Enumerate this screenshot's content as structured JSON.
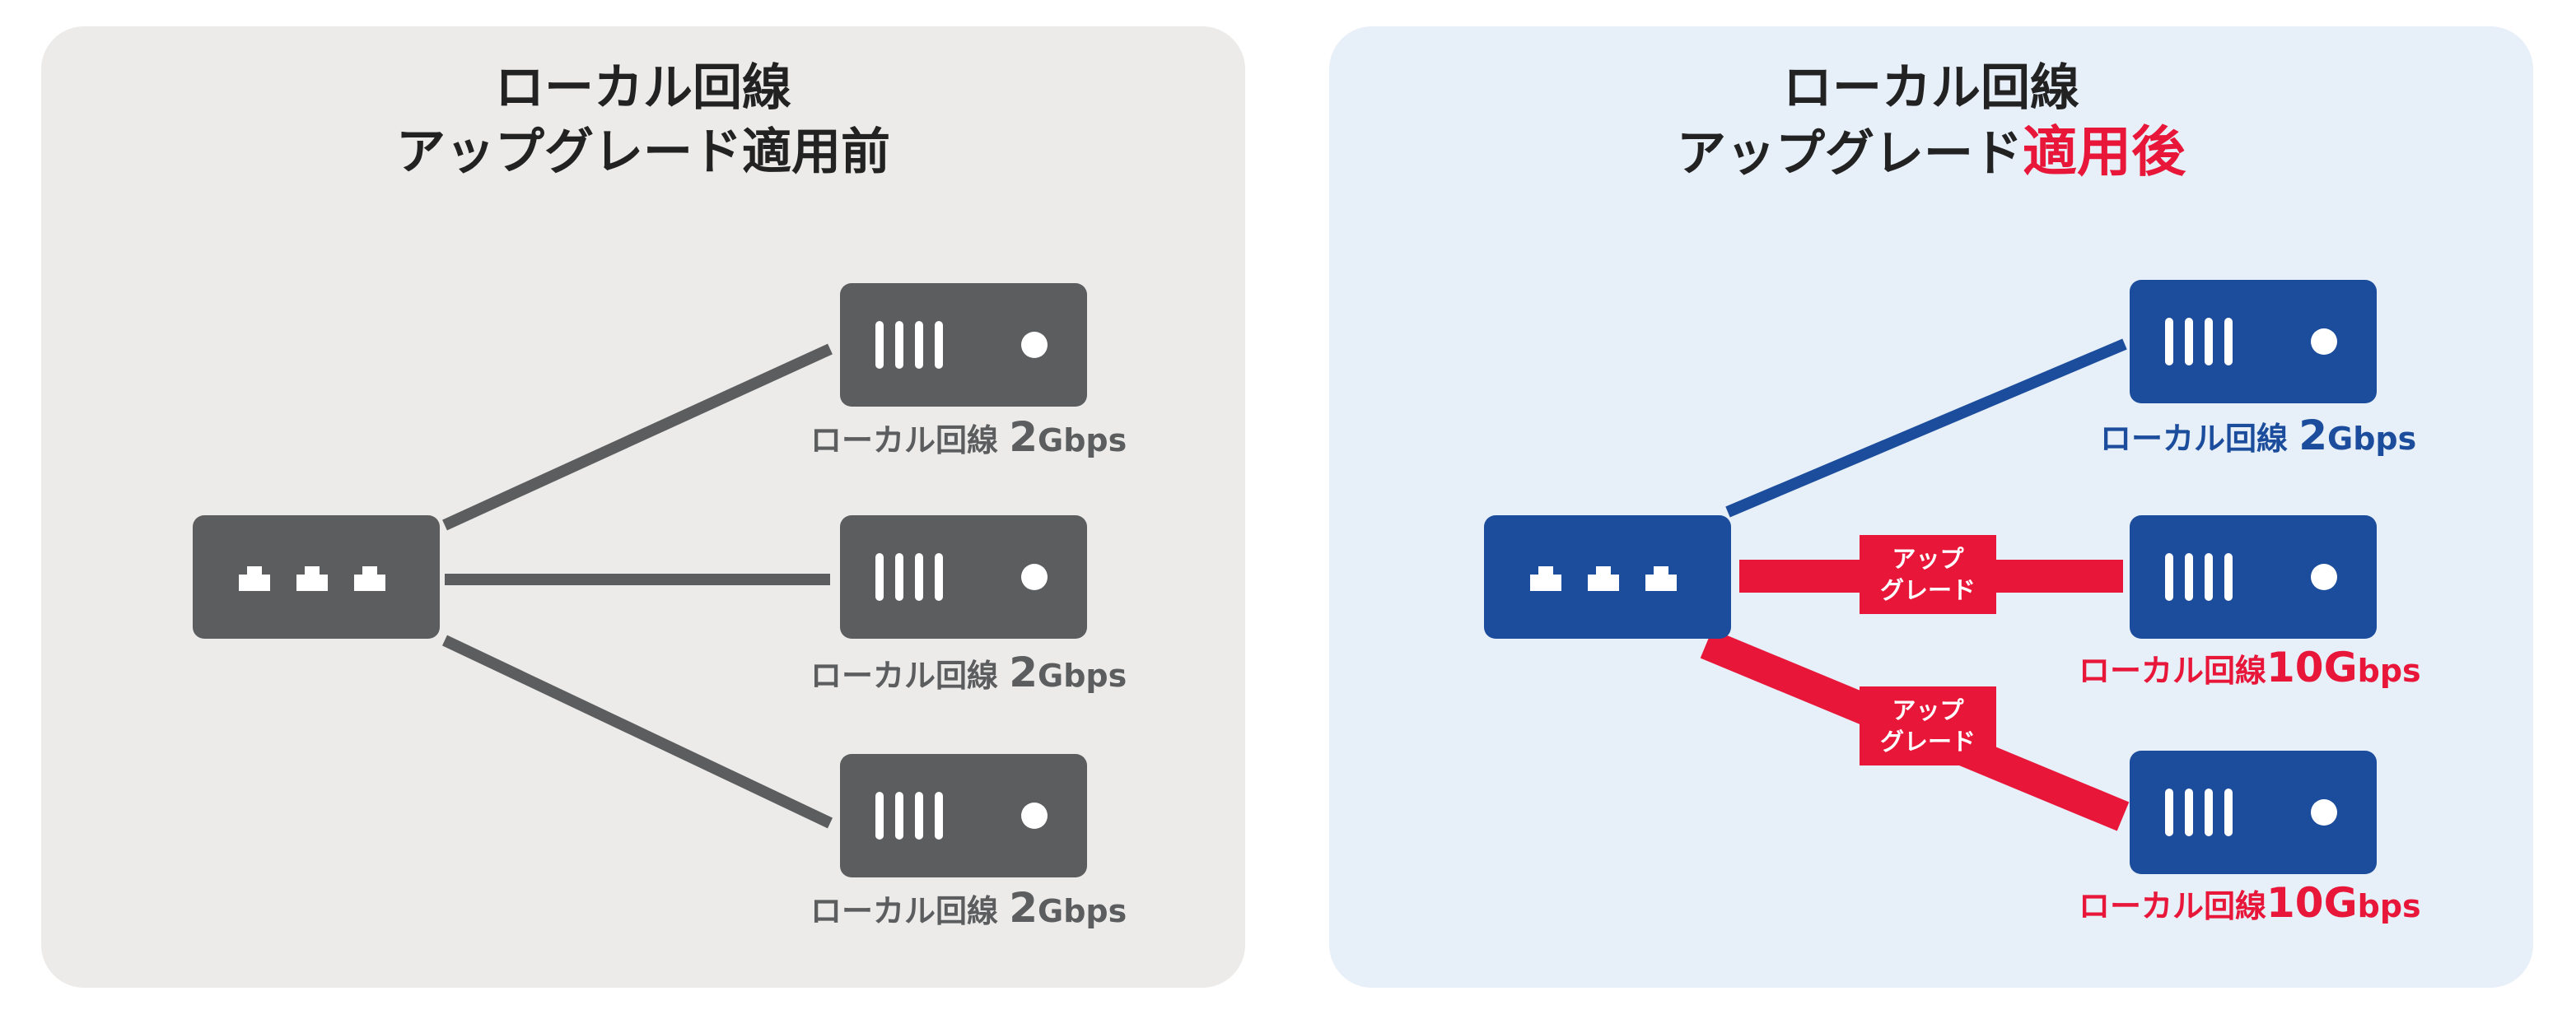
{
  "before": {
    "title_line1": "ローカル回線",
    "title_line2": "アップグレード適用前",
    "servers": [
      {
        "label_prefix": "ローカル回線 ",
        "speed_num": "2",
        "speed_unit": "Gbps"
      },
      {
        "label_prefix": "ローカル回線 ",
        "speed_num": "2",
        "speed_unit": "Gbps"
      },
      {
        "label_prefix": "ローカル回線 ",
        "speed_num": "2",
        "speed_unit": "Gbps"
      }
    ]
  },
  "after": {
    "title_line1": "ローカル回線",
    "title_line2_a": "アップグレード",
    "title_line2_b": "適用後",
    "servers": [
      {
        "label_prefix": "ローカル回線 ",
        "speed_num": "2",
        "speed_unit": "Gbps"
      },
      {
        "label_prefix": "ローカル回線",
        "speed_num": "10G",
        "speed_unit": "bps"
      },
      {
        "label_prefix": "ローカル回線",
        "speed_num": "10G",
        "speed_unit": "bps"
      }
    ],
    "badge_line1": "アップ",
    "badge_line2": "グレード"
  },
  "colors": {
    "gray": "#5b5d5e",
    "blue": "#1b4d9c",
    "red": "#e8173a",
    "panel_before": "#ecebea",
    "panel_after": "#e7eff9"
  },
  "icons": {
    "switch": "network-switch-icon",
    "server": "server-icon"
  }
}
